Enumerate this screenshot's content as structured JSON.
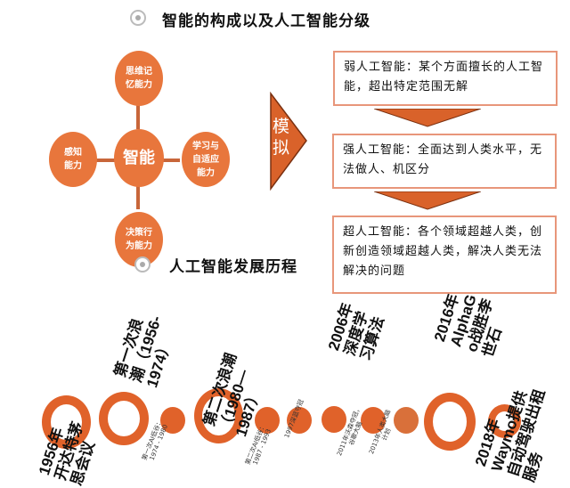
{
  "section1": {
    "title": "智能的构成以及人工智能分级"
  },
  "intelligence": {
    "center": "智能",
    "top": "思维记\n忆能力",
    "left": "感知\n能力",
    "right": "学习与\n自适应\n能力",
    "bottom": "决策行\n为能力"
  },
  "arrow": {
    "label": "模\n拟"
  },
  "levels": [
    {
      "text": "弱人工智能：某个方面擅长的人工智能，超出特定范围无解"
    },
    {
      "text": "强人工智能：全面达到人类水平，无法做人、机区分"
    },
    {
      "text": "超人工智能：各个领域超越人类，创新创造领域超越人类，解决人类无法解决的问题"
    }
  ],
  "colors": {
    "accent": "#e0622a",
    "node": "#e8763c",
    "box_border": "#e8967a"
  },
  "section2": {
    "title": "人工智能发展历程"
  },
  "timeline": {
    "major": [
      {
        "label": "1956年\n开达特茅\n思会议"
      },
      {
        "label": "第一次浪\n潮（1956-\n1974）"
      },
      {
        "label": "第二次浪潮\n（1980—\n1987）"
      },
      {
        "label": "2006年\n深度学\n习算法"
      },
      {
        "label": "2016年\nAlphaG\no战胜李\n世石"
      },
      {
        "label": "2018年\nWaymo提供\n自动驾驶出租\n服务"
      }
    ],
    "minor": [
      {
        "label": "第一次AI低谷：\n1974 - 1980"
      },
      {
        "label": "第二次AI低谷：\n1987 - 1993"
      },
      {
        "label": "1997深蓝夺冠"
      },
      {
        "label": "2011年沃森夺冠，\n谷歌大脑"
      },
      {
        "label": "2013年人类大脑\n计划"
      }
    ]
  }
}
